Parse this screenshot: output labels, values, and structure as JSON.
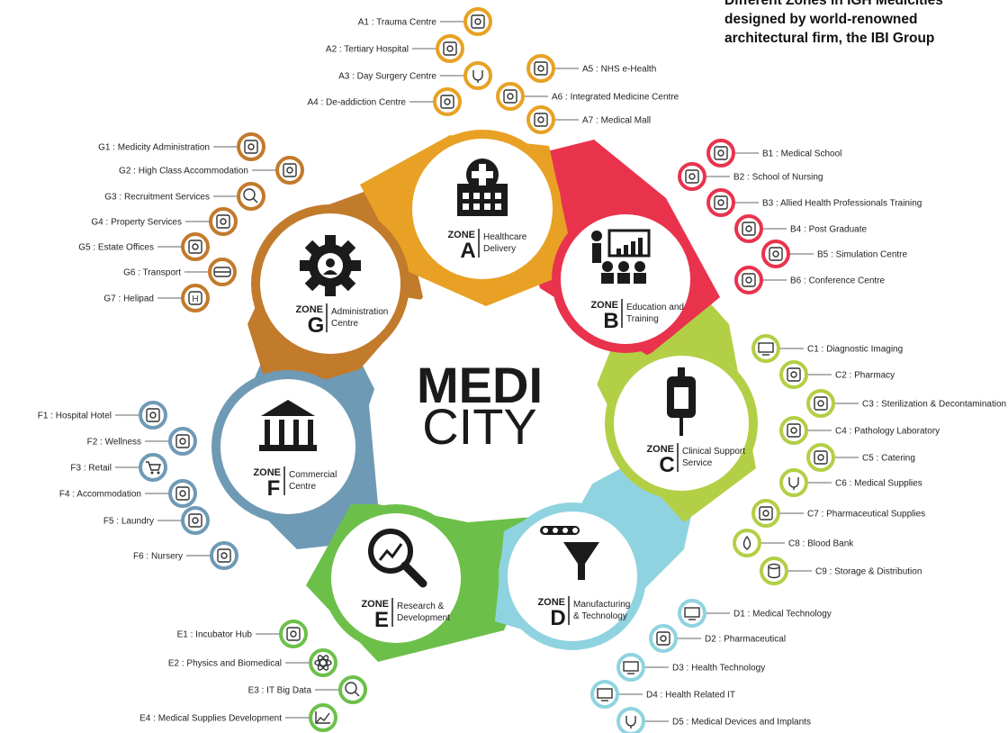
{
  "caption": [
    "Different Zones in IGH Medicities",
    "designed by world-renowned",
    "architectural firm, the IBI Group"
  ],
  "center": {
    "line1": "MEDI",
    "line2": "CITY"
  },
  "zones": [
    {
      "key": "A",
      "word": "ZONE",
      "letter": "A",
      "name": [
        "Healthcare",
        "Delivery"
      ],
      "color": "#e8a124",
      "icon": "hospital-icon",
      "items": [
        {
          "code": "A1",
          "label": "Trauma Centre",
          "icon": "head-icon"
        },
        {
          "code": "A2",
          "label": "Tertiary Hospital",
          "icon": "hospital-house-icon"
        },
        {
          "code": "A3",
          "label": "Day Surgery Centre",
          "icon": "stethoscope-icon"
        },
        {
          "code": "A4",
          "label": "De-addiction Centre",
          "icon": "family-icon"
        },
        {
          "code": "A5",
          "label": "NHS e-Health",
          "icon": "device-icon"
        },
        {
          "code": "A6",
          "label": "Integrated Medicine Centre",
          "icon": "leaves-icon"
        },
        {
          "code": "A7",
          "label": "Medical Mall",
          "icon": "mall-icon"
        }
      ]
    },
    {
      "key": "B",
      "word": "ZONE",
      "letter": "B",
      "name": [
        "Education and",
        "Training"
      ],
      "color": "#e9334d",
      "icon": "presentation-icon",
      "items": [
        {
          "code": "B1",
          "label": "Medical School",
          "icon": "book-icon"
        },
        {
          "code": "B2",
          "label": "School of Nursing",
          "icon": "nurse-icon"
        },
        {
          "code": "B3",
          "label": "Allied Health Professionals Training",
          "icon": "teacher-icon"
        },
        {
          "code": "B4",
          "label": "Post Graduate",
          "icon": "grad-cap-icon"
        },
        {
          "code": "B5",
          "label": "Simulation Centre",
          "icon": "bed-icon"
        },
        {
          "code": "B6",
          "label": "Conference Centre",
          "icon": "speaker-icon"
        }
      ]
    },
    {
      "key": "C",
      "word": "ZONE",
      "letter": "C",
      "name": [
        "Clinical Support",
        "Service"
      ],
      "color": "#b3cf45",
      "icon": "iv-bag-icon",
      "items": [
        {
          "code": "C1",
          "label": "Diagnostic Imaging",
          "icon": "monitor-icon"
        },
        {
          "code": "C2",
          "label": "Pharmacy",
          "icon": "pill-bottle-icon"
        },
        {
          "code": "C3",
          "label": "Sterilization & Decontamination",
          "icon": "pot-icon"
        },
        {
          "code": "C4",
          "label": "Pathology Laboratory",
          "icon": "microscope-icon"
        },
        {
          "code": "C5",
          "label": "Catering",
          "icon": "cloche-icon"
        },
        {
          "code": "C6",
          "label": "Medical Supplies",
          "icon": "stethoscope-icon"
        },
        {
          "code": "C7",
          "label": "Pharmaceutical Supplies",
          "icon": "pills-icon"
        },
        {
          "code": "C8",
          "label": "Blood Bank",
          "icon": "blood-drop-icon"
        },
        {
          "code": "C9",
          "label": "Storage & Distribution",
          "icon": "database-icon"
        }
      ]
    },
    {
      "key": "D",
      "word": "ZONE",
      "letter": "D",
      "name": [
        "Manufacturing",
        "& Technology"
      ],
      "color": "#8fd3e0",
      "icon": "conveyor-funnel-icon",
      "items": [
        {
          "code": "D1",
          "label": "Medical Technology",
          "icon": "screen-icon"
        },
        {
          "code": "D2",
          "label": "Pharmaceutical",
          "icon": "bottles-icon"
        },
        {
          "code": "D3",
          "label": "Health Technology",
          "icon": "laptop-icon"
        },
        {
          "code": "D4",
          "label": "Health Related IT",
          "icon": "computer-icon"
        },
        {
          "code": "D5",
          "label": "Medical Devices and Implants",
          "icon": "stethoscope-icon"
        }
      ]
    },
    {
      "key": "E",
      "word": "ZONE",
      "letter": "E",
      "name": [
        "Research &",
        "Development"
      ],
      "color": "#6cc04a",
      "icon": "magnifier-chart-icon",
      "items": [
        {
          "code": "E1",
          "label": "Incubator Hub",
          "icon": "hand-plant-icon"
        },
        {
          "code": "E2",
          "label": "Physics and Biomedical",
          "icon": "atom-icon"
        },
        {
          "code": "E3",
          "label": "IT Big Data",
          "icon": "search-globe-icon"
        },
        {
          "code": "E4",
          "label": "Medical Supplies Development",
          "icon": "chart-icon"
        }
      ]
    },
    {
      "key": "F",
      "word": "ZONE",
      "letter": "F",
      "name": [
        "Commercial",
        "Centre"
      ],
      "color": "#6f9ab5",
      "icon": "bank-icon",
      "items": [
        {
          "code": "F1",
          "label": "Hospital Hotel",
          "icon": "hotel-icon"
        },
        {
          "code": "F2",
          "label": "Wellness",
          "icon": "lotus-icon"
        },
        {
          "code": "F3",
          "label": "Retail",
          "icon": "cart-icon"
        },
        {
          "code": "F4",
          "label": "Accommodation",
          "icon": "house-icon"
        },
        {
          "code": "F5",
          "label": "Laundry",
          "icon": "washer-icon"
        },
        {
          "code": "F6",
          "label": "Nursery",
          "icon": "baby-icon"
        }
      ]
    },
    {
      "key": "G",
      "word": "ZONE",
      "letter": "G",
      "name": [
        "Administration",
        "Centre"
      ],
      "color": "#c27a2b",
      "icon": "gear-icon",
      "items": [
        {
          "code": "G1",
          "label": "Medicity Administration",
          "icon": "people-icon"
        },
        {
          "code": "G2",
          "label": "High Class Accommodation",
          "icon": "hotel-icon"
        },
        {
          "code": "G3",
          "label": "Recruitment Services",
          "icon": "search-person-icon"
        },
        {
          "code": "G4",
          "label": "Property Services",
          "icon": "handshake-icon"
        },
        {
          "code": "G5",
          "label": "Estate Offices",
          "icon": "buildings-icon"
        },
        {
          "code": "G6",
          "label": "Transport",
          "icon": "bus-icon"
        },
        {
          "code": "G7",
          "label": "Helipad",
          "icon": "helipad-icon"
        }
      ]
    }
  ]
}
